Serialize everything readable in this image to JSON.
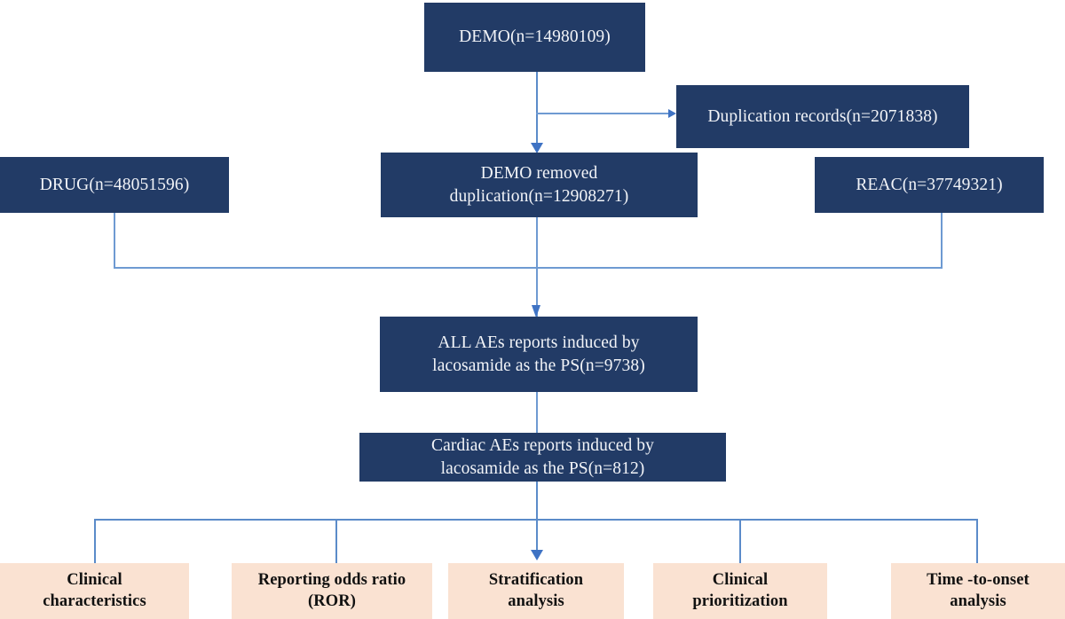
{
  "diagram": {
    "title": "FAERS lacosamide cardiac adverse event report selection flowchart",
    "colors": {
      "navy_box": "#223B66",
      "navy_text": "#F2F4F8",
      "peach_box": "#FAE2D2",
      "peach_text": "#111111",
      "connector": "#5B8BC9",
      "arrow": "#3F73C4",
      "background": "#FFFFFF"
    },
    "nodes": {
      "demo": "DEMO(n=14980109)",
      "duplication_records": "Duplication records(n=2071838)",
      "drug": "DRUG(n=48051596)",
      "demo_removed_duplication": "DEMO removed\nduplication(n=12908271)",
      "reac": "REAC(n=37749321)",
      "all_aes": "ALL AEs reports induced by\nlacosamide as the PS(n=9738)",
      "cardiac_aes": "Cardiac AEs reports induced by\nlacosamide as the PS(n=812)"
    },
    "outcomes": [
      {
        "label": "Clinical\ncharacteristics"
      },
      {
        "label": "Reporting odds ratio\n(ROR)"
      },
      {
        "label": "Stratification\nanalysis"
      },
      {
        "label": "Clinical\nprioritization"
      },
      {
        "label": "Time -to-onset\nanalysis"
      }
    ]
  }
}
